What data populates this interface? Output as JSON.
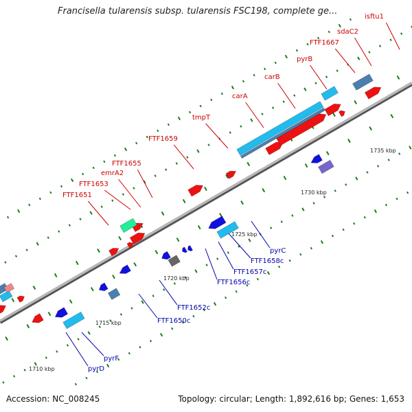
{
  "title": "Francisella tularensis subsp. tularensis FSC198, complete ge...",
  "footer": {
    "accession": "Accession: NC_008245",
    "summary": "Topology: circular; Length: 1,892,616 bp; Genes: 1,653"
  },
  "colors": {
    "backbone": "#8a8a8a",
    "tick": "#1a7a1a",
    "forward_label": "#cc0000",
    "reverse_label": "#0000aa",
    "gene_red": "#ee1111",
    "gene_blue": "#1111dd",
    "gene_cyan": "#22bbee",
    "gene_steel": "#4a7fb0",
    "gene_mint": "#22ee99",
    "gene_purple": "#7766cc",
    "gene_gray": "#666666"
  },
  "scale_labels": [
    "1710 kbp",
    "1715 kbp",
    "1720 kbp",
    "1725 kbp",
    "1730 kbp",
    "1735 kbp"
  ],
  "forward_labels": [
    "FTF1651",
    "FTF1653",
    "emrA2",
    "FTF1655",
    "FTF1659",
    "tmpT",
    "carA",
    "carB",
    "pyrB",
    "FTF1667",
    "sdaC2",
    "isftu1"
  ],
  "reverse_labels": [
    "pyrD",
    "pyrF",
    "FTF1650c",
    "FTF1652c",
    "FTF1656c",
    "FTF1657c",
    "FTF1658c",
    "pyrC"
  ]
}
